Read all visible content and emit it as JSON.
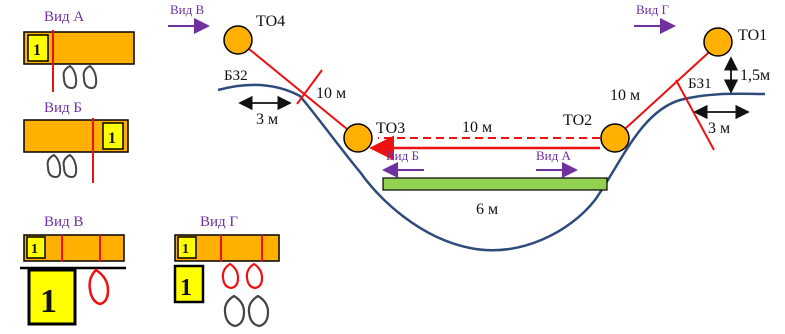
{
  "views": {
    "a": "Вид А",
    "b": "Вид Б",
    "v": "Вид В",
    "g": "Вид Г",
    "box_number": "1"
  },
  "points": {
    "to1": "ТО1",
    "to2": "ТО2",
    "to3": "ТО3",
    "to4": "ТО4"
  },
  "zones": {
    "bz1": "БЗ1",
    "bz2": "БЗ2"
  },
  "dimensions": {
    "rope_left": "10 м",
    "rope_right": "10 м",
    "traverse": "10 м",
    "bz2_width": "3 м",
    "bz1_width": "3 м",
    "height": "1,5м",
    "base": "6 м"
  },
  "colors": {
    "orange": "#ffb000",
    "yellow": "#ffff00",
    "red": "#ee1111",
    "purple": "#7030a0",
    "green": "#92d050",
    "valley": "#2f4b7c"
  }
}
